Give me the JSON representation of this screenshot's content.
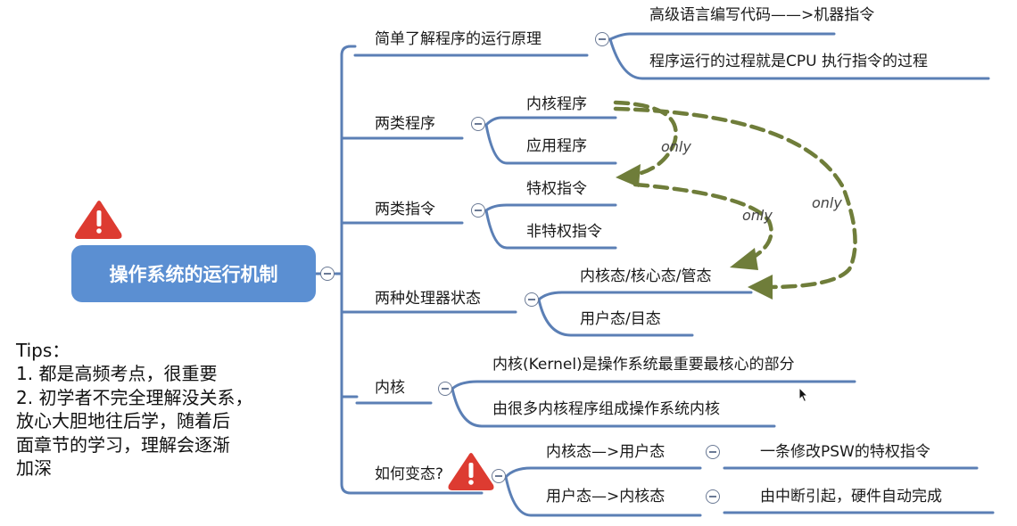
{
  "root": {
    "label": "操作系统的运行机制"
  },
  "branches": [
    {
      "label": "简单了解程序的运行原理",
      "children": [
        "高级语言编写代码——>机器指令",
        "程序运行的过程就是CPU 执行指令的过程"
      ]
    },
    {
      "label": "两类程序",
      "children": [
        "内核程序",
        "应用程序"
      ]
    },
    {
      "label": "两类指令",
      "children": [
        "特权指令",
        "非特权指令"
      ]
    },
    {
      "label": "两种处理器状态",
      "children": [
        "内核态/核心态/管态",
        "用户态/目态"
      ]
    },
    {
      "label": "内核",
      "children": [
        "内核(Kernel)是操作系统最重要最核心的部分",
        "由很多内核程序组成操作系统内核"
      ]
    },
    {
      "label": "如何变态?",
      "children": [
        {
          "label": "内核态—>用户态",
          "detail": "一条修改PSW的特权指令"
        },
        {
          "label": "用户态—>内核态",
          "detail": "由中断引起，硬件自动完成"
        }
      ]
    }
  ],
  "arrows": {
    "label1": "only",
    "label2": "only",
    "label3": "only"
  },
  "tips": {
    "title": "Tips：",
    "line1": "1. 都是高频考点，很重要",
    "line2": "2. 初学者不完全理解没关系，",
    "line3": "放心大胆地往后学，随着后",
    "line4": "面章节的学习，理解会逐渐",
    "line5": "加深"
  },
  "colors": {
    "line": "#5b7fb5",
    "root": "#5b8fd2",
    "arrow": "#6f7d3a",
    "warning": "#dd3b31"
  }
}
